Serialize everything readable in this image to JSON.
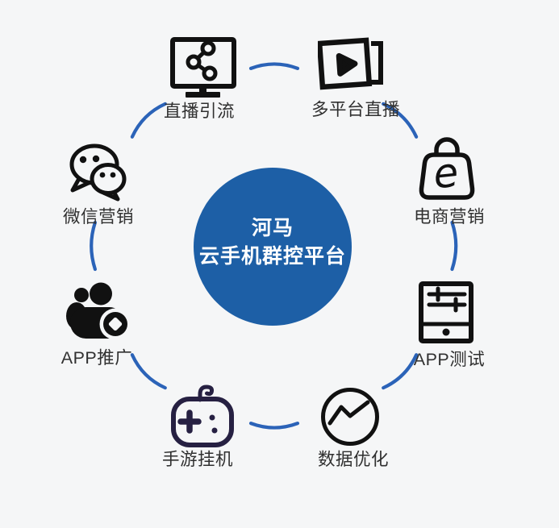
{
  "canvas": {
    "background_color": "#f5f6f7",
    "arc_color": "#2b63b8",
    "icon_color": "#111111",
    "controller_icon_color": "#262042",
    "label_color": "#303030"
  },
  "center": {
    "line1": "河马",
    "line2": "云手机群控平台",
    "circle_color": "#1d5fa6",
    "text_color": "#ffffff"
  },
  "nodes": [
    {
      "id": "live-stream-traffic",
      "label": "直播引流",
      "icon": "monitor-share-icon"
    },
    {
      "id": "multi-platform-live",
      "label": "多平台直播",
      "icon": "video-play-icon"
    },
    {
      "id": "wechat-marketing",
      "label": "微信营销",
      "icon": "wechat-icon"
    },
    {
      "id": "ecommerce-marketing",
      "label": "电商营销",
      "icon": "ecommerce-bag-icon"
    },
    {
      "id": "app-promotion",
      "label": "APP推广",
      "icon": "users-badge-icon"
    },
    {
      "id": "app-testing",
      "label": "APP测试",
      "icon": "tablet-sliders-icon"
    },
    {
      "id": "mobile-game-idle",
      "label": "手游挂机",
      "icon": "game-controller-icon"
    },
    {
      "id": "data-optimization",
      "label": "数据优化",
      "icon": "chart-trend-icon"
    }
  ]
}
